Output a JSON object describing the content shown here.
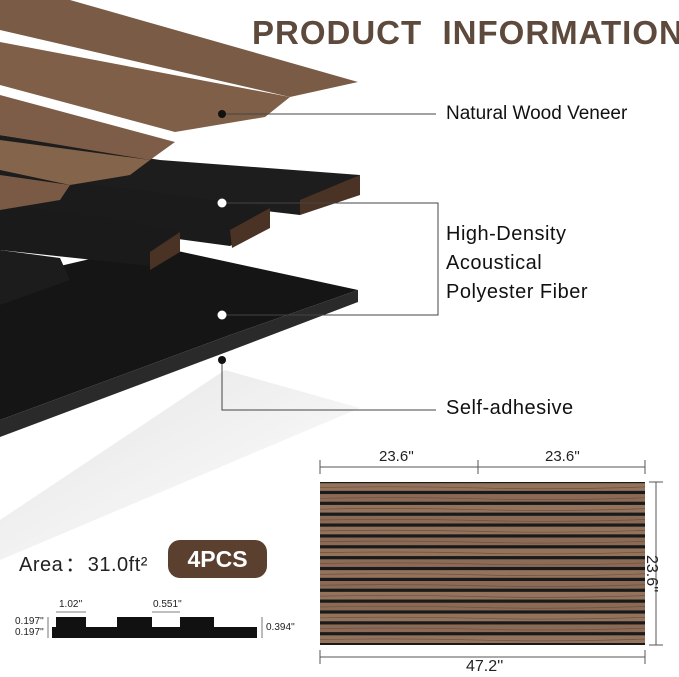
{
  "title": "PRODUCT  INFORMATION",
  "labels": {
    "veneer": "Natural Wood Veneer",
    "fiber_line1": "High-Density",
    "fiber_line2": "Acoustical",
    "fiber_line3": "Polyester Fiber",
    "adhesive": "Self-adhesive"
  },
  "area": {
    "label": "Area",
    "separator": "：",
    "value": "31.0ft²"
  },
  "badge": "4PCS",
  "panel_dims": {
    "top_left": "23.6''",
    "top_right": "23.6''",
    "right": "23.6''",
    "bottom": "47.2''"
  },
  "profile_dims": {
    "slat_width": "1.02''",
    "gap": "0.551''",
    "top_thickness": "0.197''",
    "bottom_thickness": "0.197''",
    "total_thickness": "0.394''"
  },
  "colors": {
    "title": "#5e4a3c",
    "badge": "#5b3f2f",
    "slat": "#1a1a1a",
    "felt": "#141414",
    "wood": "#7a5a44"
  }
}
